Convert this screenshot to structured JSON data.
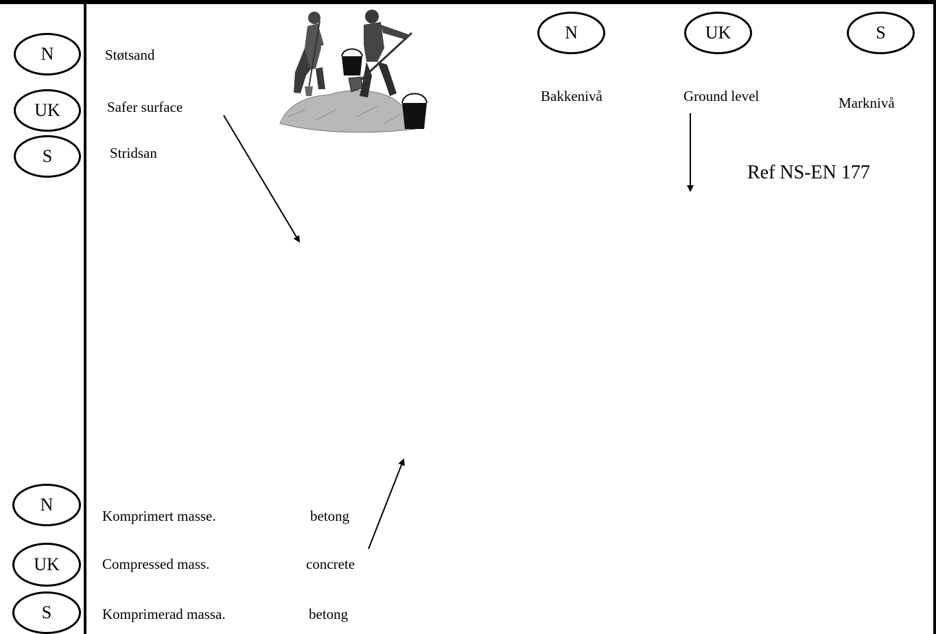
{
  "badges": {
    "left_top": [
      "N",
      "UK",
      "S"
    ],
    "left_bottom": [
      "N",
      "UK",
      "S"
    ],
    "top_right": [
      "N",
      "UK",
      "S"
    ]
  },
  "safer_surface": {
    "no": "Støtsand",
    "uk": "Safer surface",
    "se": "Stridsan"
  },
  "ground_level": {
    "no": "Bakkenivå",
    "uk": "Ground level",
    "se": "Marknivå"
  },
  "reference": "Ref NS-EN 177",
  "compressed_mass": {
    "no": "Komprimert masse.",
    "uk": "Compressed mass.",
    "se": "Komprimerad massa."
  },
  "concrete": {
    "no": "betong",
    "uk": "concrete",
    "se": "betong"
  },
  "illustration": "workers-shoveling-icon"
}
